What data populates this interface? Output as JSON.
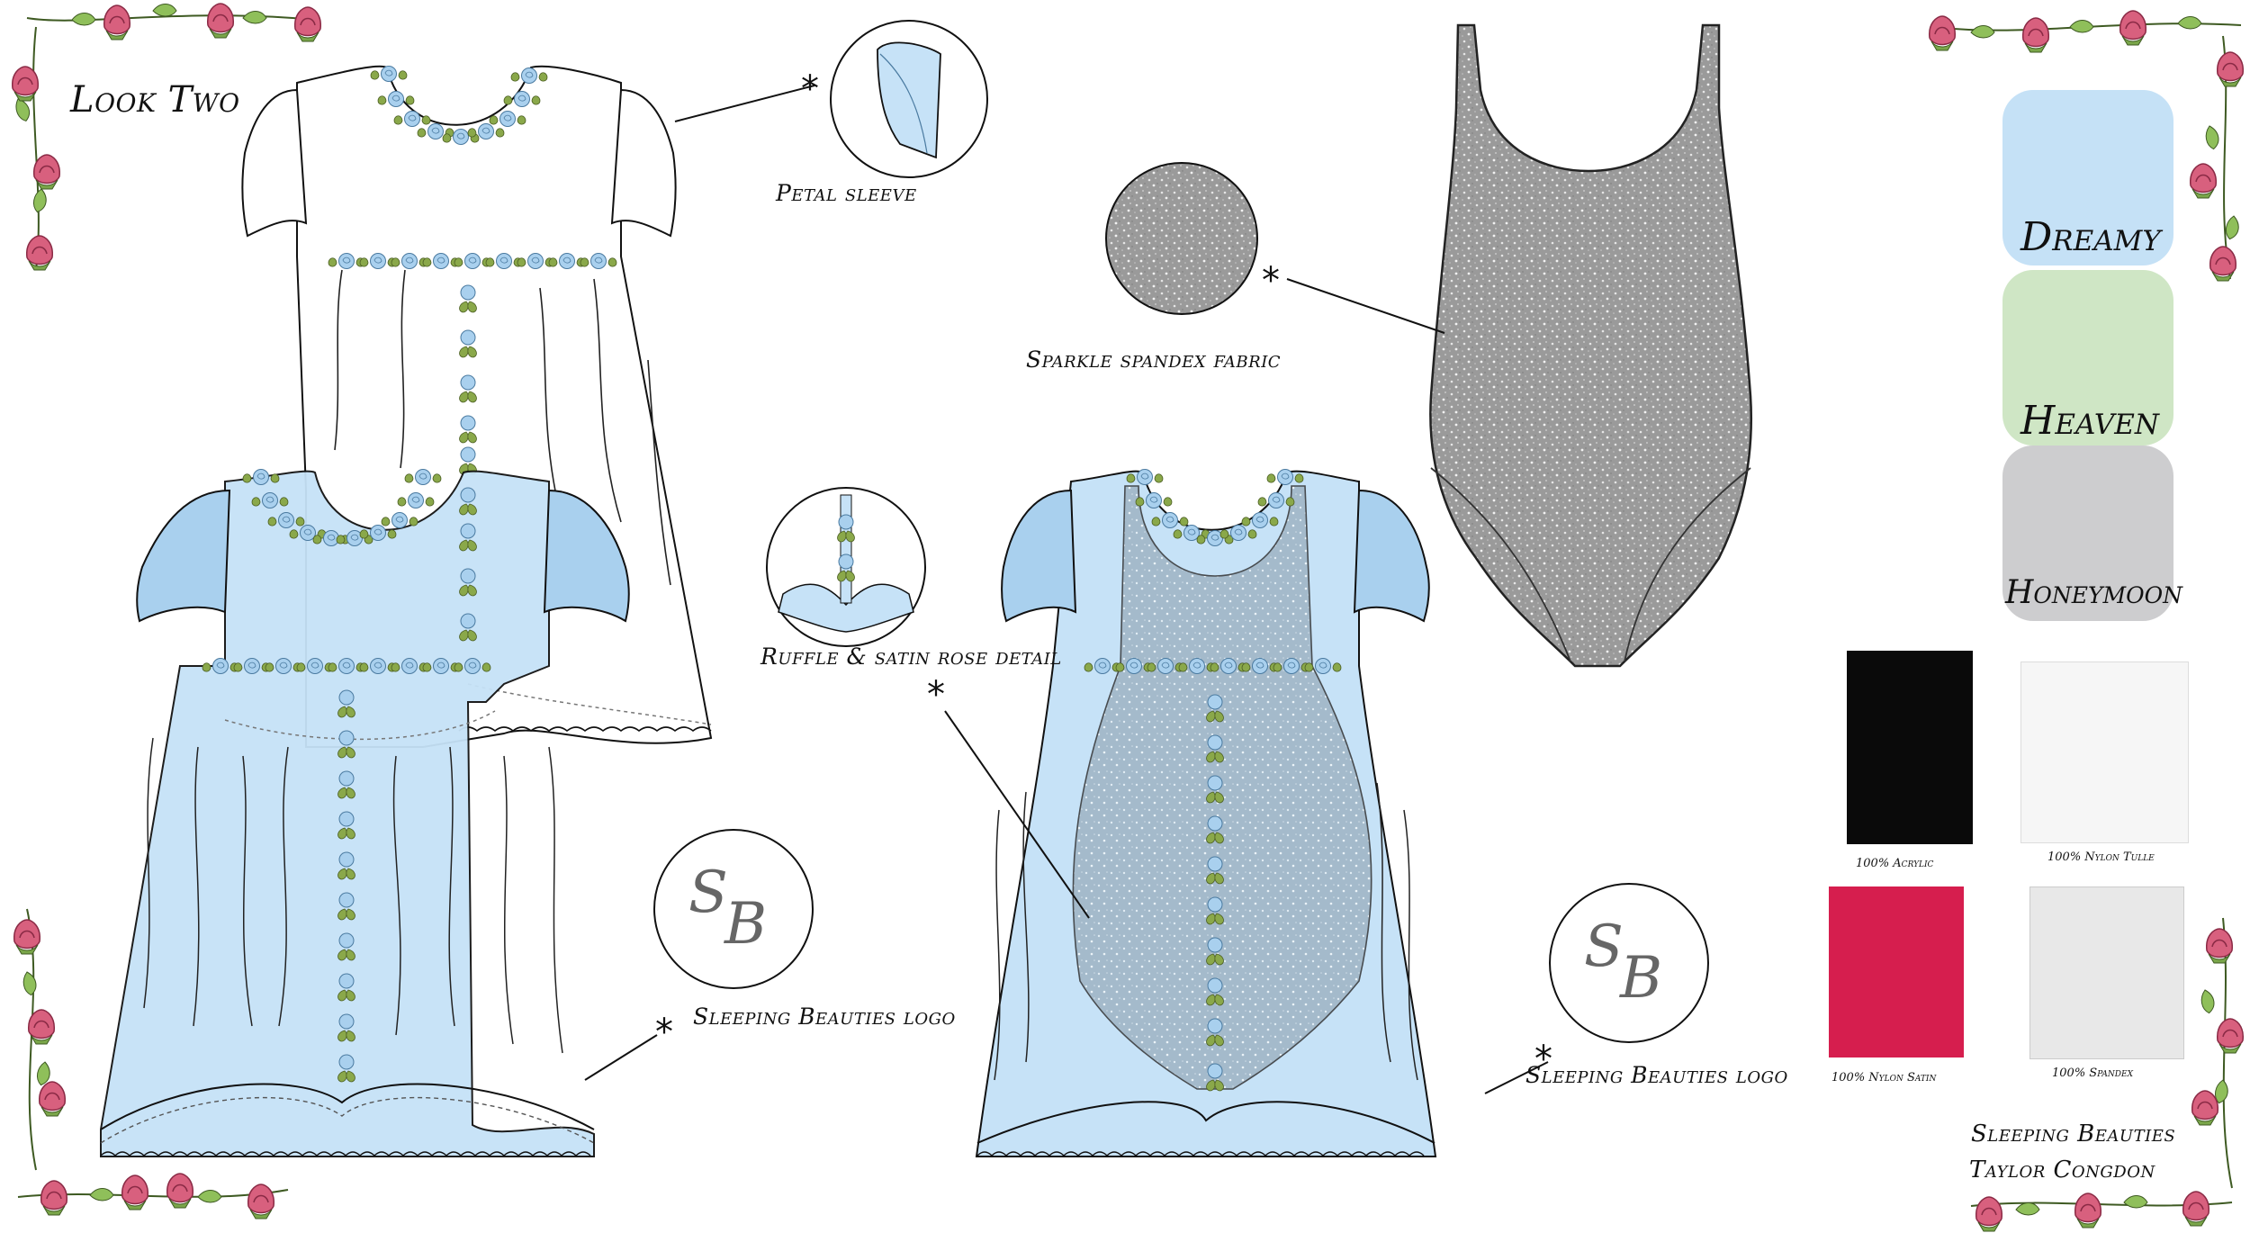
{
  "board": {
    "title": "Look Two",
    "designer_block": {
      "line1": "Sleeping Beauties",
      "line2": "Taylor Congdon"
    }
  },
  "callouts": {
    "petal_sleeve": "Petal sleeve",
    "sparkle_fabric": "Sparkle spandex fabric",
    "ruffle_detail": "Ruffle & satin rose detail",
    "logo_left": "Sleeping Beauties logo",
    "logo_right": "Sleeping Beauties logo"
  },
  "logo_monogram": {
    "first": "S",
    "second": "B"
  },
  "palette": [
    {
      "name": "Dreamy",
      "color": "#c5e1f6"
    },
    {
      "name": "Heaven",
      "color": "#cfe6c5"
    },
    {
      "name": "Honeymoon",
      "color": "#cdcdcf"
    }
  ],
  "fabrics": [
    {
      "label": "100% Acrylic",
      "color": "#0a0a0a"
    },
    {
      "label": "100% Nylon Tulle",
      "color": "#f6f6f6"
    },
    {
      "label": "100% Nylon Satin",
      "color": "#d61e4e"
    },
    {
      "label": "100% Spandex",
      "color": "#e8e8e8"
    }
  ],
  "colors": {
    "dress_blue": "#c6e2f7",
    "leaf_green": "#8aa84a",
    "rose_blue": "#a9d0ee",
    "rose_pink": "#d8607e",
    "glitter_grey": "#9b9b9b"
  }
}
